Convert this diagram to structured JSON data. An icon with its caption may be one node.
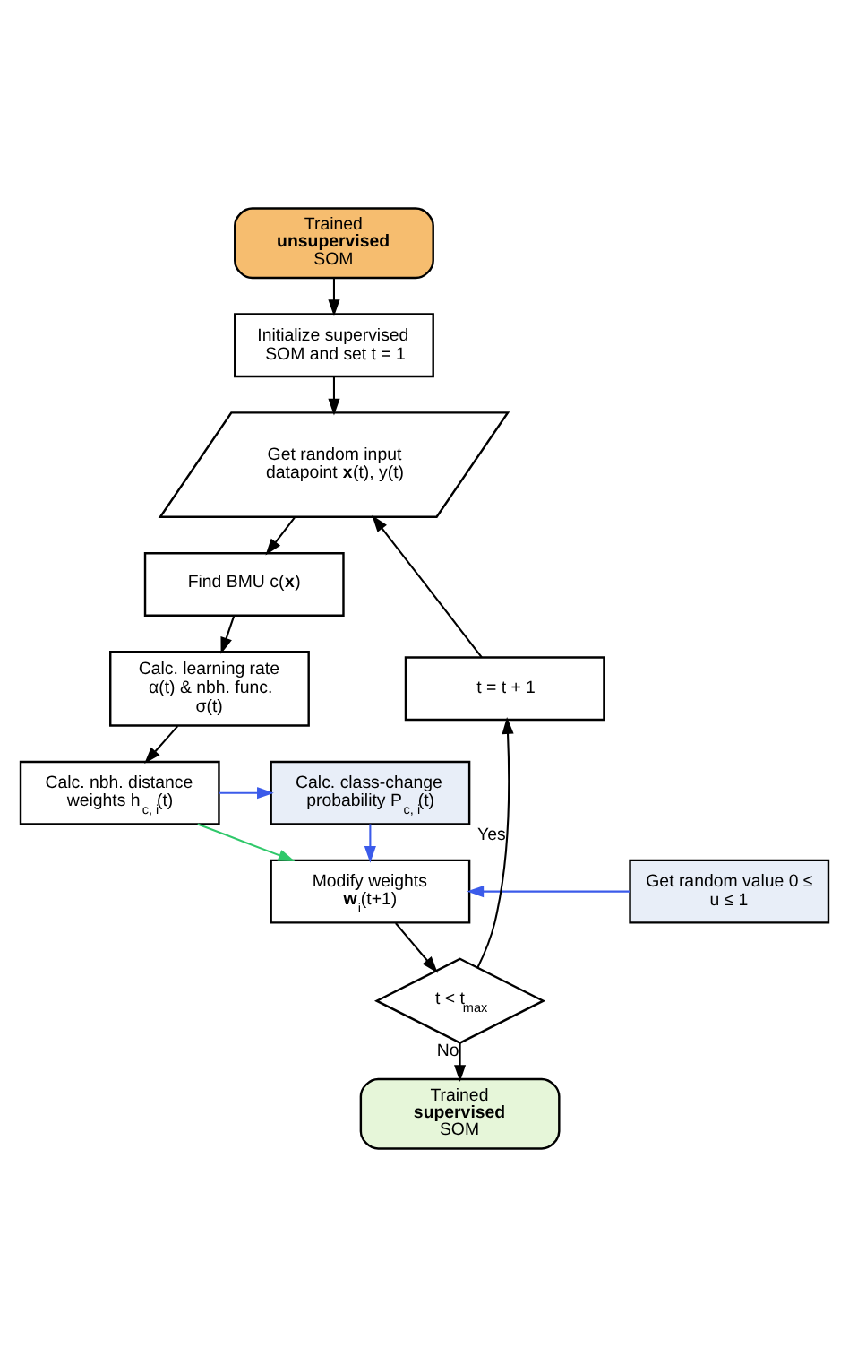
{
  "diagram": {
    "nodes": [
      {
        "text": [
          "Trained **unsupervised** SOM"
        ]
      },
      {
        "text": [
          "Initialize supervised SOM and set t = 1"
        ]
      },
      {
        "text": [
          "Get random input datapoint **x**(t), y(t)"
        ]
      },
      {
        "text": [
          "Find BMU c(**x**)"
        ]
      },
      {
        "text": [
          "Calc. learning rate α(t) & nbh. func. σ(t)"
        ]
      },
      {
        "text": [
          "t = t + 1"
        ]
      },
      {
        "text": [
          "Calc. nbh. distance weights h$_{c, i}$(t)"
        ]
      },
      {
        "text": [
          "Calc. class-change probability P$_{c, i}$(t)"
        ]
      },
      {
        "text": [
          "Modify weights **w**$_{i}$(t+1)"
        ]
      },
      {
        "text": [
          "Get random value 0 ≤ u ≤ 1"
        ]
      },
      {
        "text": [
          "t < t$_{max}$"
        ]
      },
      {
        "text": [
          "Trained **supervised** SOM"
        ]
      }
    ],
    "edges": [
      {
        "from": 0,
        "to": 1,
        "arrow": "to"
      },
      {
        "from": 1,
        "to": 2,
        "arrow": "to"
      },
      {
        "from": 2,
        "to": 3,
        "arrow": "to"
      },
      {
        "from": 3,
        "to": 4,
        "arrow": "to"
      },
      {
        "from": 4,
        "to": 6,
        "arrow": "to"
      },
      {
        "from": 6,
        "to": 7,
        "arrow": "to",
        "color": "#3b5bea"
      },
      {
        "from": 6,
        "to": 8,
        "arrow": "to",
        "color": "#2fc86a"
      },
      {
        "from": 7,
        "to": 8,
        "arrow": "to",
        "color": "#3b5bea"
      },
      {
        "from": 9,
        "to": 8,
        "arrow": "to",
        "color": "#3b5bea"
      },
      {
        "from": 8,
        "to": 10,
        "arrow": "to"
      },
      {
        "from": 10,
        "to": 5,
        "arrow": "to",
        "label": "Yes"
      },
      {
        "from": 5,
        "to": 2,
        "arrow": "to"
      },
      {
        "from": 10,
        "to": 11,
        "arrow": "to",
        "label": "No"
      }
    ]
  }
}
